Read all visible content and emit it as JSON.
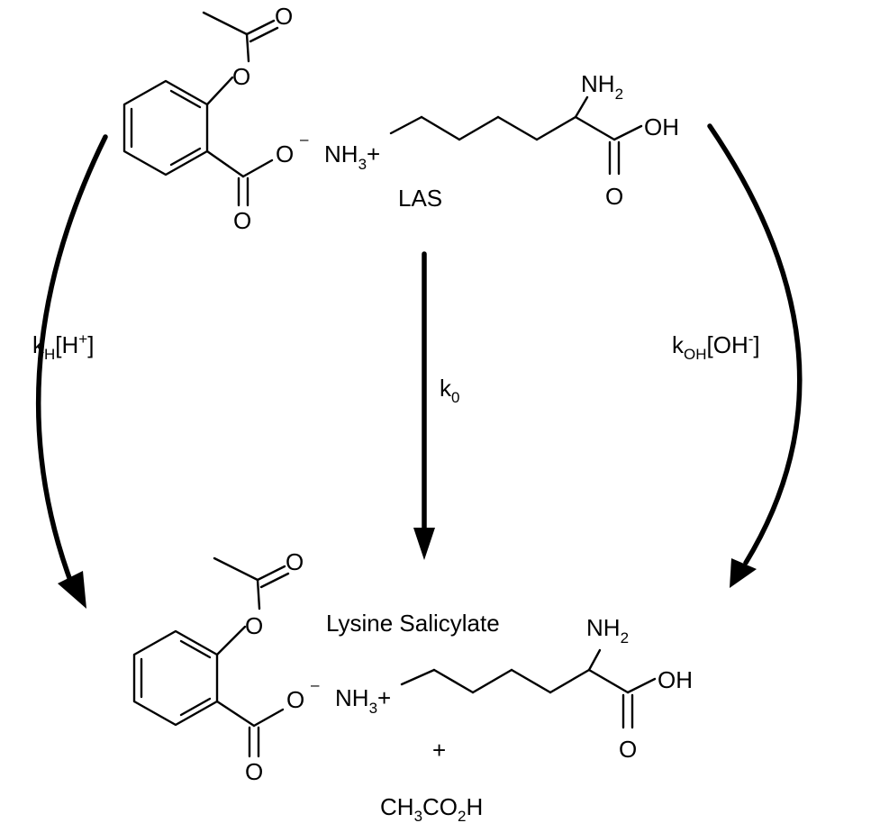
{
  "reactant": {
    "name": "LAS",
    "anion": {
      "carbonyl_o": "O",
      "ester_o": "O",
      "carboxylate_o": "O",
      "carboxylate_o_dbl": "O",
      "charge": "–"
    },
    "cation": {
      "ammonium": "NH",
      "ammonium_sub": "3",
      "ammonium_charge": "+",
      "amine": "NH",
      "amine_sub": "2",
      "acid_oh": "OH",
      "acid_o": "O"
    }
  },
  "product": {
    "name": "Lysine Salicylate",
    "anion": {
      "carbonyl_o": "O",
      "ester_o": "O",
      "carboxylate_o": "O",
      "carboxylate_o_dbl": "O",
      "charge": "–"
    },
    "cation": {
      "ammonium": "NH",
      "ammonium_sub": "3",
      "ammonium_charge": "+",
      "amine": "NH",
      "amine_sub": "2",
      "acid_oh": "OH",
      "acid_o": "O"
    },
    "plus": "+",
    "byproduct": {
      "a": "CH",
      "a_sub": "3",
      "b": "CO",
      "b_sub": "2",
      "c": "H"
    }
  },
  "pathways": {
    "acid": {
      "k": "k",
      "k_sub": "H",
      "open": "[H",
      "sup": "+",
      "close": "]"
    },
    "neutral": {
      "k": "k",
      "k_sub": "0"
    },
    "base": {
      "k": "k",
      "k_sub": "OH",
      "open": "[OH",
      "sup": "-",
      "close": "]"
    }
  }
}
